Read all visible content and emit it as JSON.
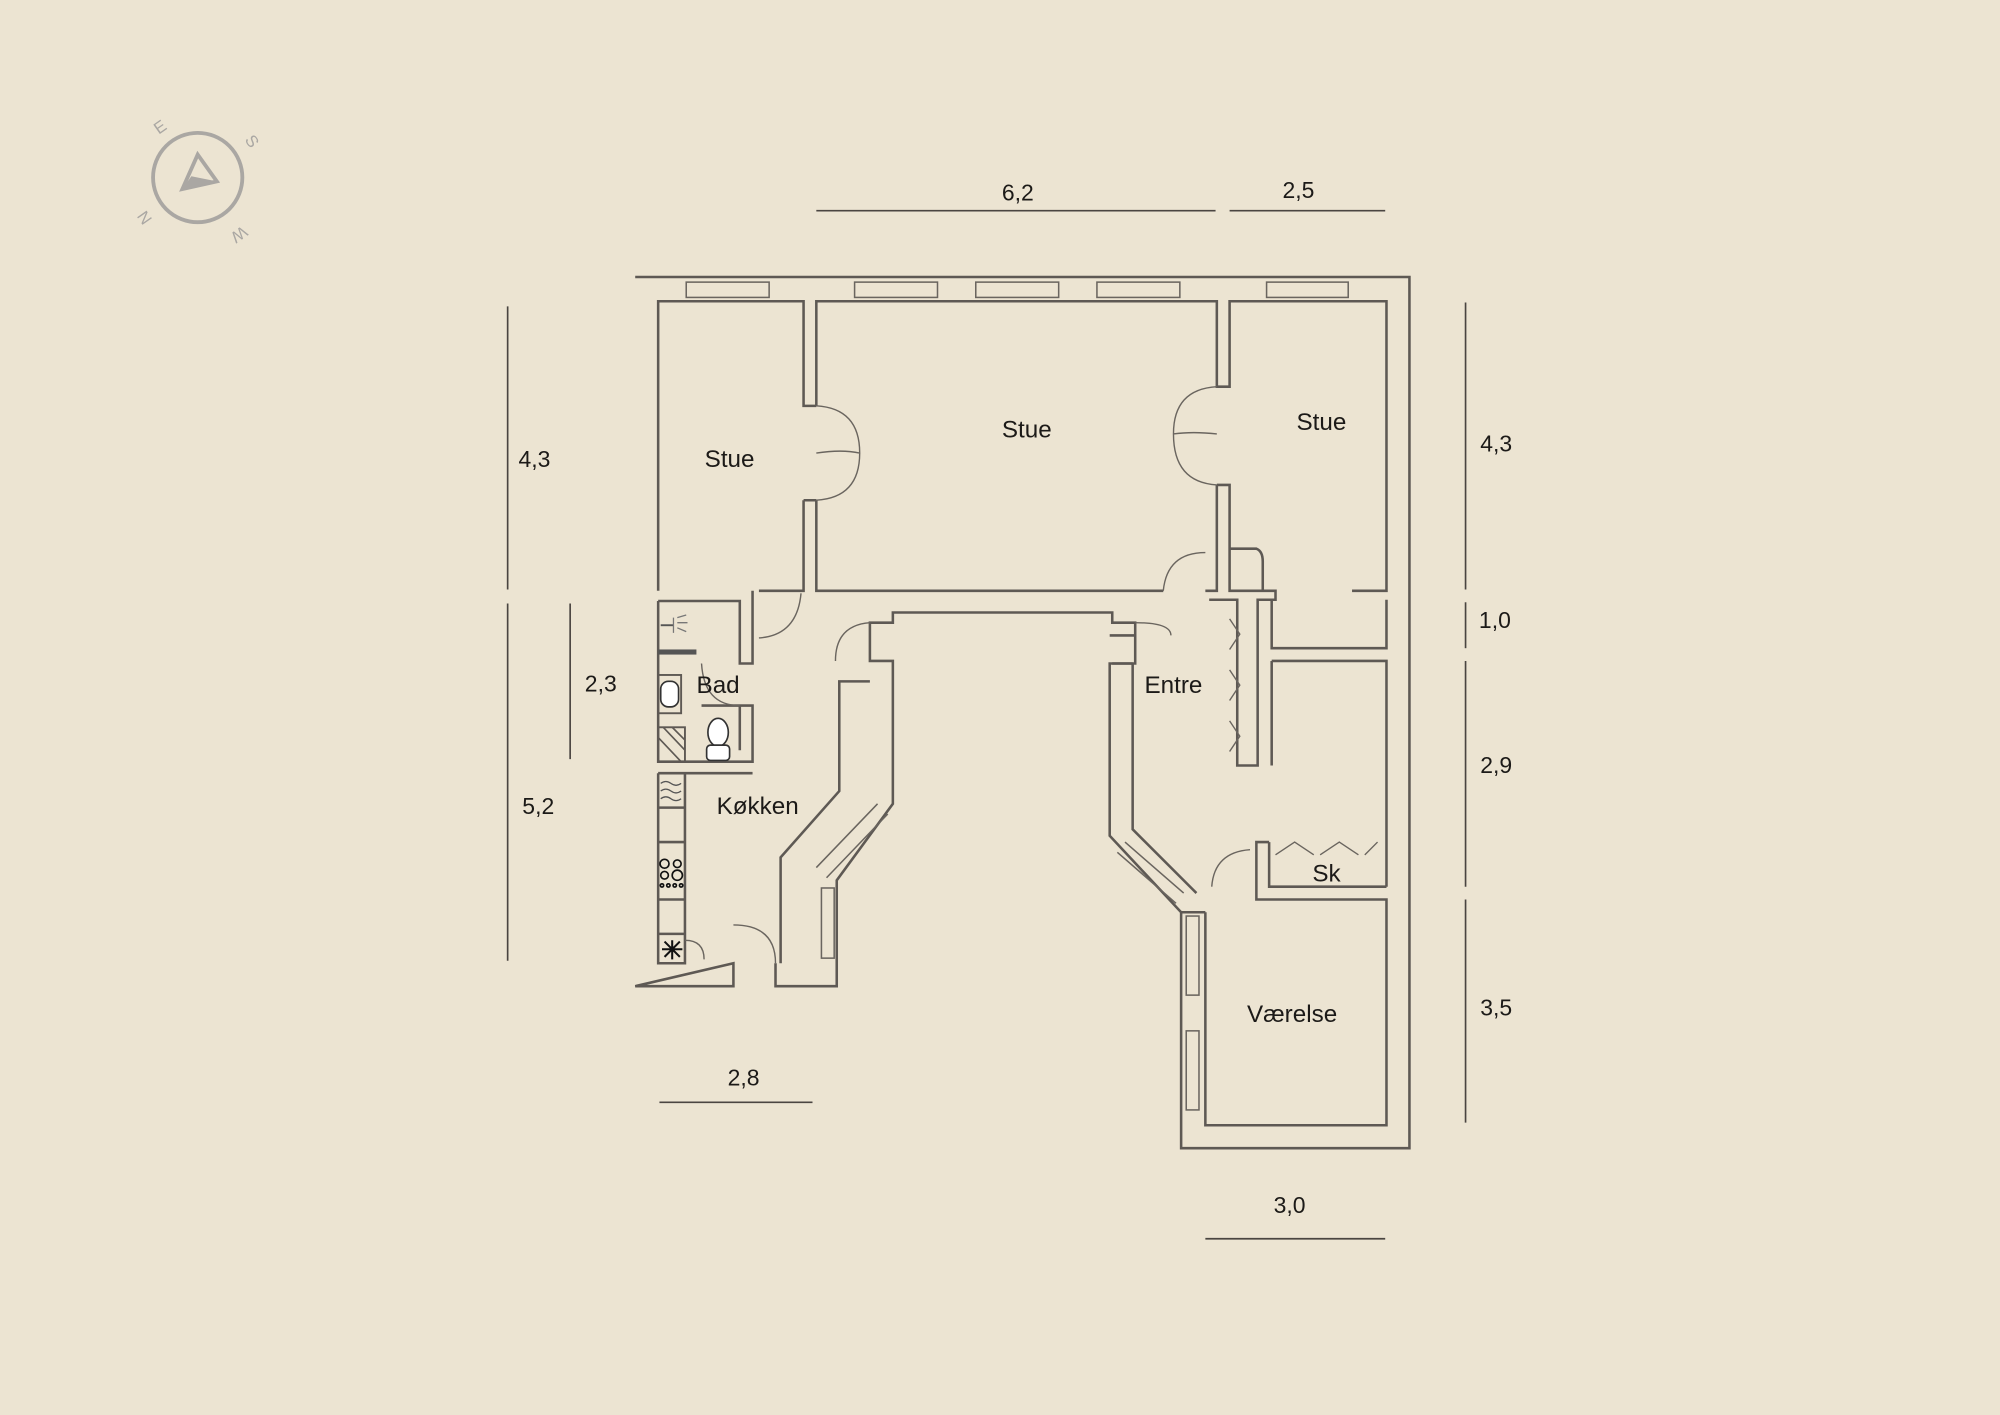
{
  "compass": {
    "labels": [
      "E",
      "S",
      "W",
      "N"
    ]
  },
  "rooms": [
    {
      "id": "stue-1",
      "label": "Stue"
    },
    {
      "id": "stue-2",
      "label": "Stue"
    },
    {
      "id": "stue-3",
      "label": "Stue"
    },
    {
      "id": "bad",
      "label": "Bad"
    },
    {
      "id": "koekken",
      "label": "Køkken"
    },
    {
      "id": "entre",
      "label": "Entre"
    },
    {
      "id": "sk",
      "label": "Sk"
    },
    {
      "id": "vaerelse",
      "label": "Værelse"
    }
  ],
  "dimensions": {
    "top": [
      "6,2",
      "2,5"
    ],
    "left": [
      "4,3",
      "5,2",
      "2,3"
    ],
    "right": [
      "4,3",
      "1,0",
      "2,9",
      "3,5"
    ],
    "bottom": [
      "2,8",
      "3,0"
    ]
  },
  "colors": {
    "background": "#ece4d2",
    "walls": "#5e5954"
  }
}
